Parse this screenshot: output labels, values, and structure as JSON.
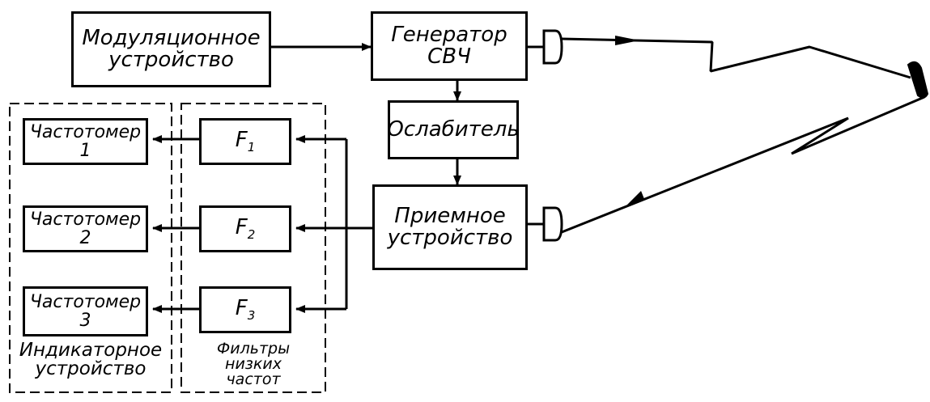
{
  "blocks": {
    "modulator": {
      "line1": "Модуляционное",
      "line2": "устройство"
    },
    "generator": {
      "line1": "Генератор",
      "line2": "СВЧ"
    },
    "attenuator": {
      "label": "Ослабитель"
    },
    "receiver": {
      "line1": "Приемное",
      "line2": "устройство"
    },
    "filter1": {
      "label": "F",
      "sub": "1"
    },
    "filter2": {
      "label": "F",
      "sub": "2"
    },
    "filter3": {
      "label": "F",
      "sub": "3"
    },
    "freqmeter1": {
      "line1": "Частотомер",
      "line2": "1"
    },
    "freqmeter2": {
      "line1": "Частотомер",
      "line2": "2"
    },
    "freqmeter3": {
      "line1": "Частотомер",
      "line2": "3"
    }
  },
  "groups": {
    "indicator": {
      "line1": "Индикаторное",
      "line2": "устройство"
    },
    "filters": {
      "line1": "Фильтры",
      "line2": "низких",
      "line3": "частот"
    }
  }
}
